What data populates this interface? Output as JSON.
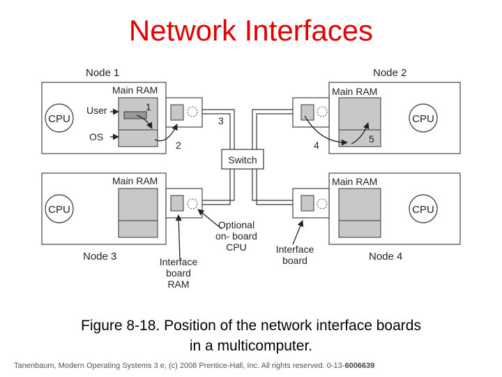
{
  "slide": {
    "title": "Network Interfaces",
    "caption_line1": "Figure 8-18. Position of the network interface boards",
    "caption_line2": "in a multicomputer.",
    "footer_main": "Tanenbaum, Modern Operating Systems 3 e, (c) 2008 Prentice-Hall, Inc. All rights reserved. 0-13-",
    "footer_bold": "6006639"
  },
  "diagram": {
    "nodes": {
      "node1": "Node 1",
      "node2": "Node 2",
      "node3": "Node 3",
      "node4": "Node 4"
    },
    "labels": {
      "main_ram": "Main RAM",
      "cpu": "CPU",
      "user": "User",
      "os": "OS",
      "switch": "Switch",
      "optional_line1": "Optional",
      "optional_line2": "on- board",
      "optional_line3": "CPU",
      "iface_board_line1": "Interface",
      "iface_board_line2": "board",
      "iface_ram_line1": "Interface",
      "iface_ram_line2": "board",
      "iface_ram_line3": "RAM"
    },
    "steps": [
      "1",
      "2",
      "3",
      "4",
      "5"
    ]
  }
}
